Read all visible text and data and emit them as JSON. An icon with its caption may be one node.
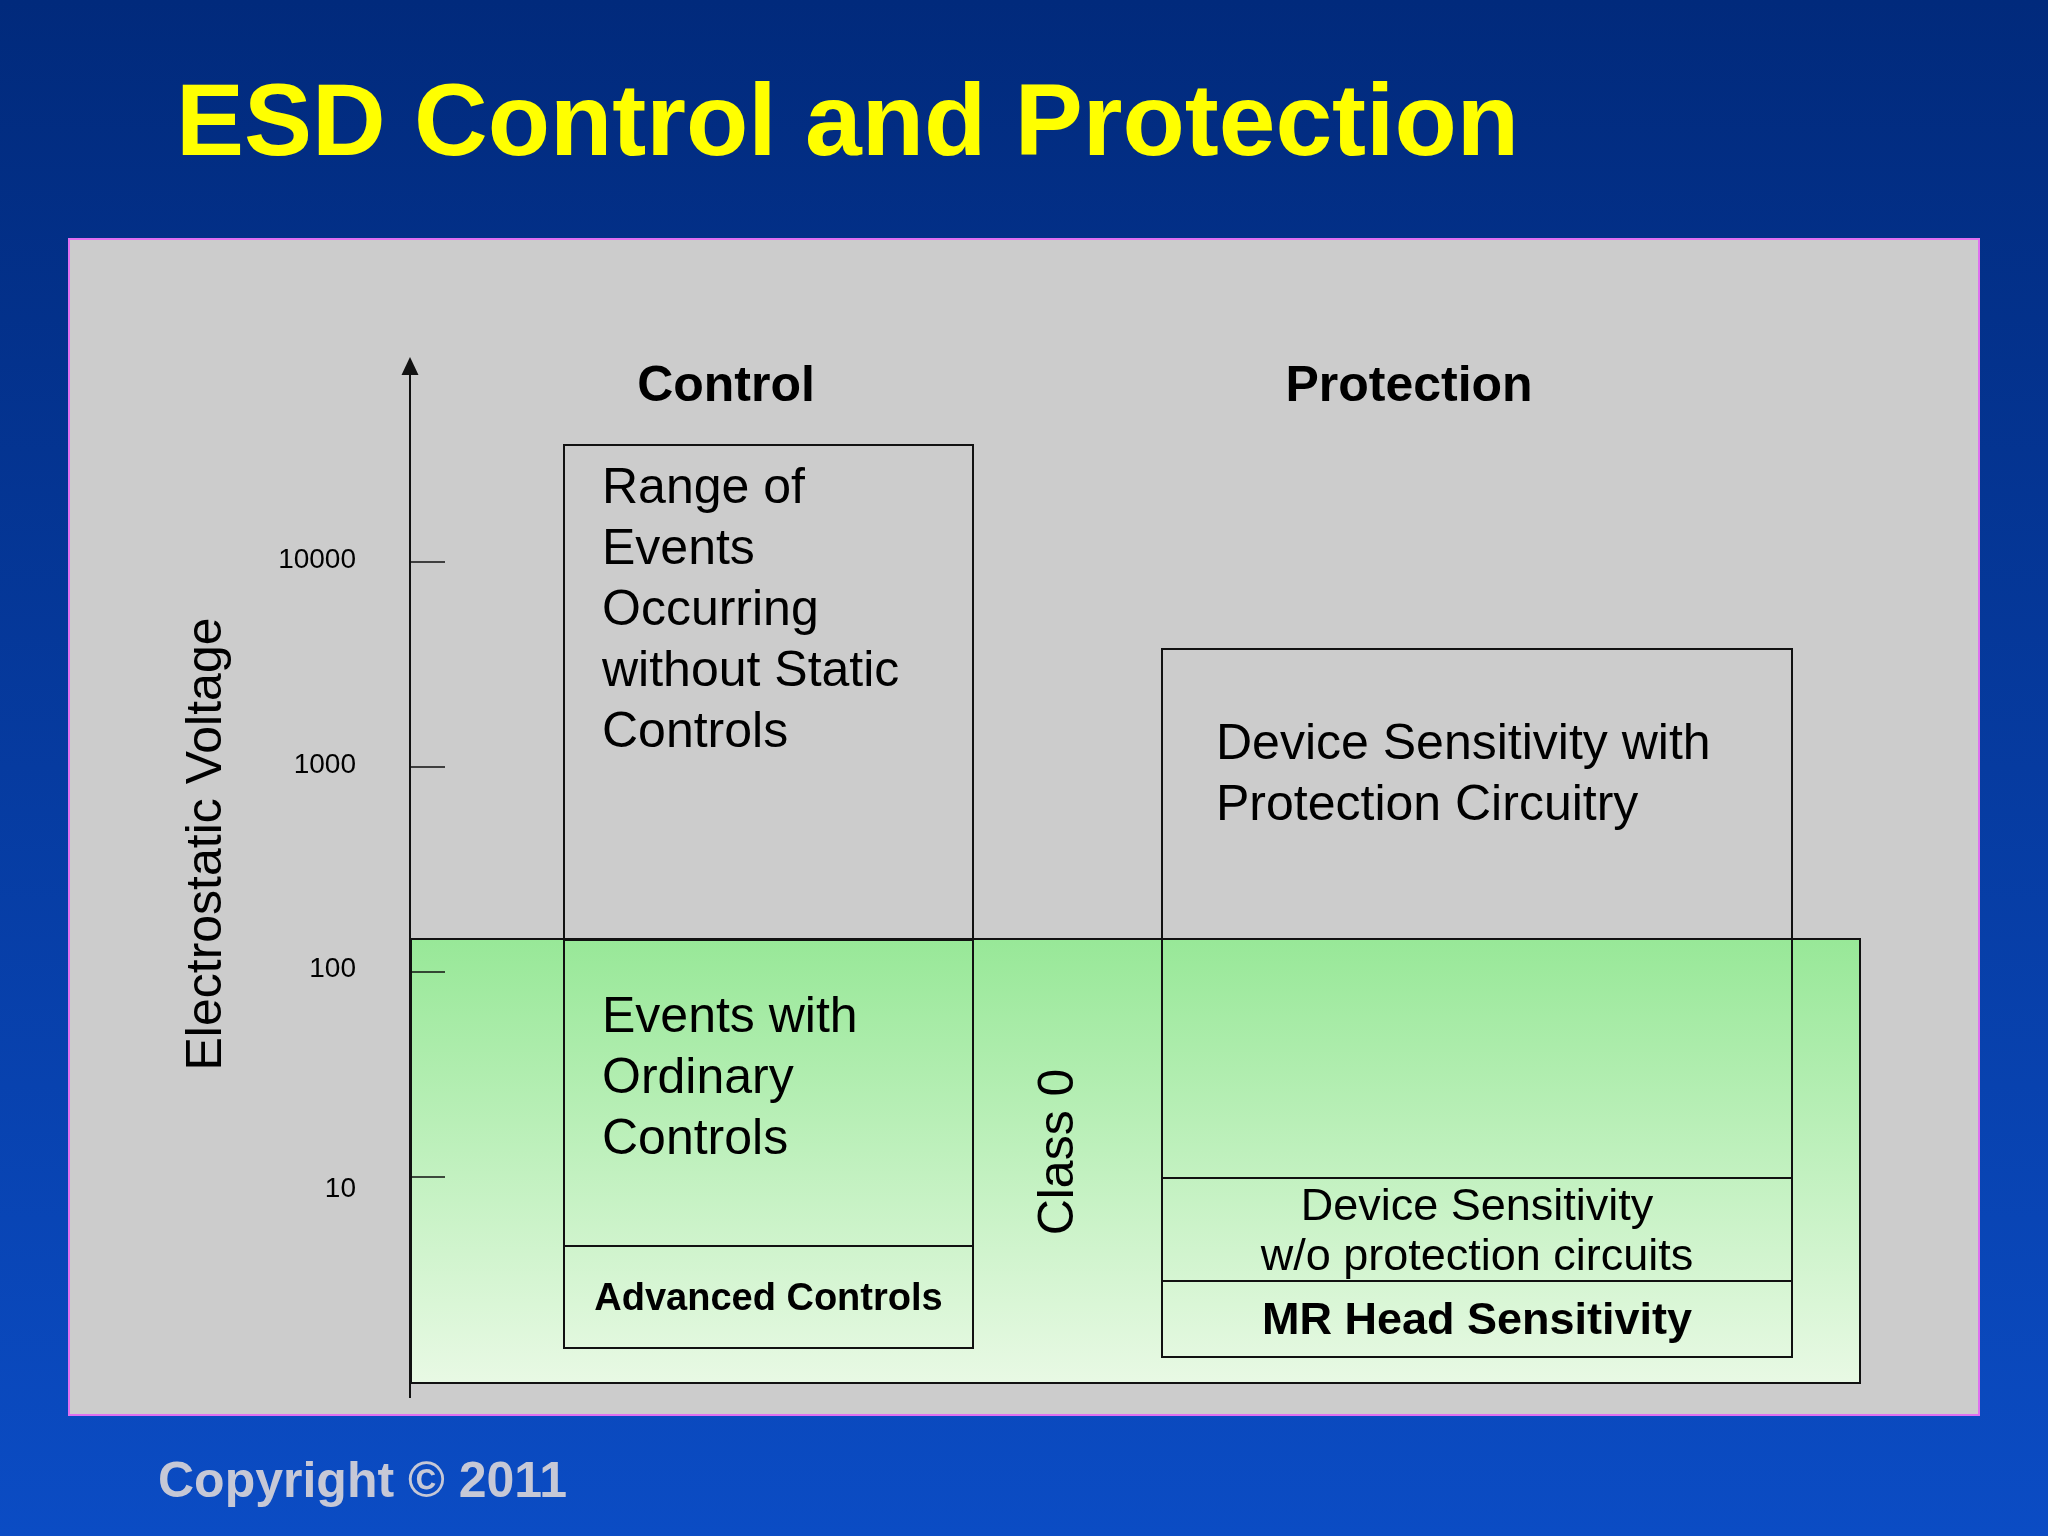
{
  "diagram": {
    "title": "ESD Control and Protection",
    "nodes": [
      {
        "text": [
          "Range of Events Occurring without Static Controls"
        ]
      },
      {
        "text": [
          "Device Sensitivity with Protection Circuitry"
        ]
      },
      {
        "text": [
          "Class 0"
        ]
      },
      {
        "text": [
          "Events with Ordinary Controls"
        ],
        "in": 2
      },
      {
        "text": [
          "Advanced Controls"
        ],
        "in": 2
      },
      {
        "text": [
          "Device Sensitivity w/o protection circuits"
        ],
        "in": 2
      },
      {
        "text": [
          "MR Head Sensitivity"
        ],
        "in": 2
      }
    ],
    "labels": [
      "Control",
      "Protection",
      "10000",
      "1000",
      "100",
      "10",
      "Electrostatic Voltage",
      "Copyright © 2011"
    ]
  }
}
